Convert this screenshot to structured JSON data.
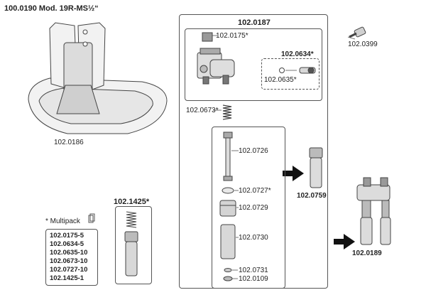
{
  "title": "100.0190 Mod. 19R-MS½“",
  "bowl_part": "102.0186",
  "main_assembly": "102.0187",
  "screw_part": "102.0399",
  "valve_kit": "102.0634*",
  "valve_kit_items": [
    "102.0635*"
  ],
  "top_fitting": "102.0175*",
  "spring_part": "102.0673*",
  "stack_parts": [
    "102.0726",
    "102.0727*",
    "102.0729",
    "102.0730",
    "102.0731",
    "102.0109"
  ],
  "cartridge": "102.0759",
  "complete_unit": "102.0189",
  "spring_kit": "102.1425*",
  "multipack": {
    "label": "* Multipack",
    "items": [
      "102.0175-5",
      "102.0634-5",
      "102.0635-10",
      "102.0673-10",
      "102.0727-10",
      "102.1425-1"
    ]
  },
  "colors": {
    "line": "#555555",
    "text": "#222222",
    "arrow": "#111111"
  }
}
